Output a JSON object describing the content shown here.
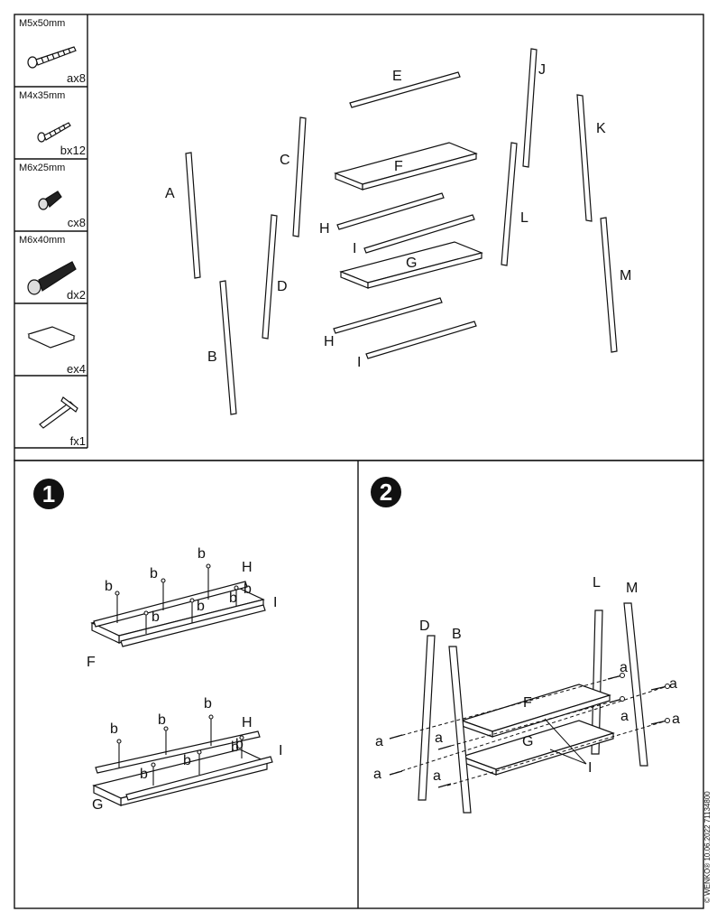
{
  "hardware": [
    {
      "size": "M5x50mm",
      "qty": "ax8",
      "icon": "long-screw-icon"
    },
    {
      "size": "M4x35mm",
      "qty": "bx12",
      "icon": "small-screw-icon"
    },
    {
      "size": "M6x25mm",
      "qty": "cx8",
      "icon": "short-bolt-icon"
    },
    {
      "size": "M6x40mm",
      "qty": "dx2",
      "icon": "long-bolt-icon"
    },
    {
      "size": "",
      "qty": "ex4",
      "icon": "felt-pad-icon"
    },
    {
      "size": "",
      "qty": "fx1",
      "icon": "allen-key-icon"
    }
  ],
  "parts": {
    "A": "A",
    "B": "B",
    "C": "C",
    "D": "D",
    "E": "E",
    "F": "F",
    "G": "G",
    "H1": "H",
    "H2": "H",
    "I1": "I",
    "I2": "I",
    "J": "J",
    "K": "K",
    "L": "L",
    "M": "M"
  },
  "step1": {
    "number": "1",
    "top": {
      "b1": "b",
      "b2": "b",
      "b3": "b",
      "b4": "b",
      "b5": "b",
      "b6": "b",
      "b7": "b",
      "H": "H",
      "I": "I",
      "F": "F"
    },
    "bottom": {
      "b1": "b",
      "b2": "b",
      "b3": "b",
      "b4": "b",
      "b5": "b",
      "b6": "b",
      "b7": "b",
      "H": "H",
      "I": "I",
      "G": "G"
    }
  },
  "step2": {
    "number": "2",
    "labels": {
      "D": "D",
      "B": "B",
      "L": "L",
      "M": "M",
      "F": "F",
      "G": "G",
      "I": "I",
      "a1": "a",
      "a2": "a",
      "a3": "a",
      "a4": "a",
      "a5": "a",
      "a6": "a",
      "a7": "a",
      "a8": "a"
    }
  },
  "footer": "© WENKO®  10.06.2022   71134800"
}
